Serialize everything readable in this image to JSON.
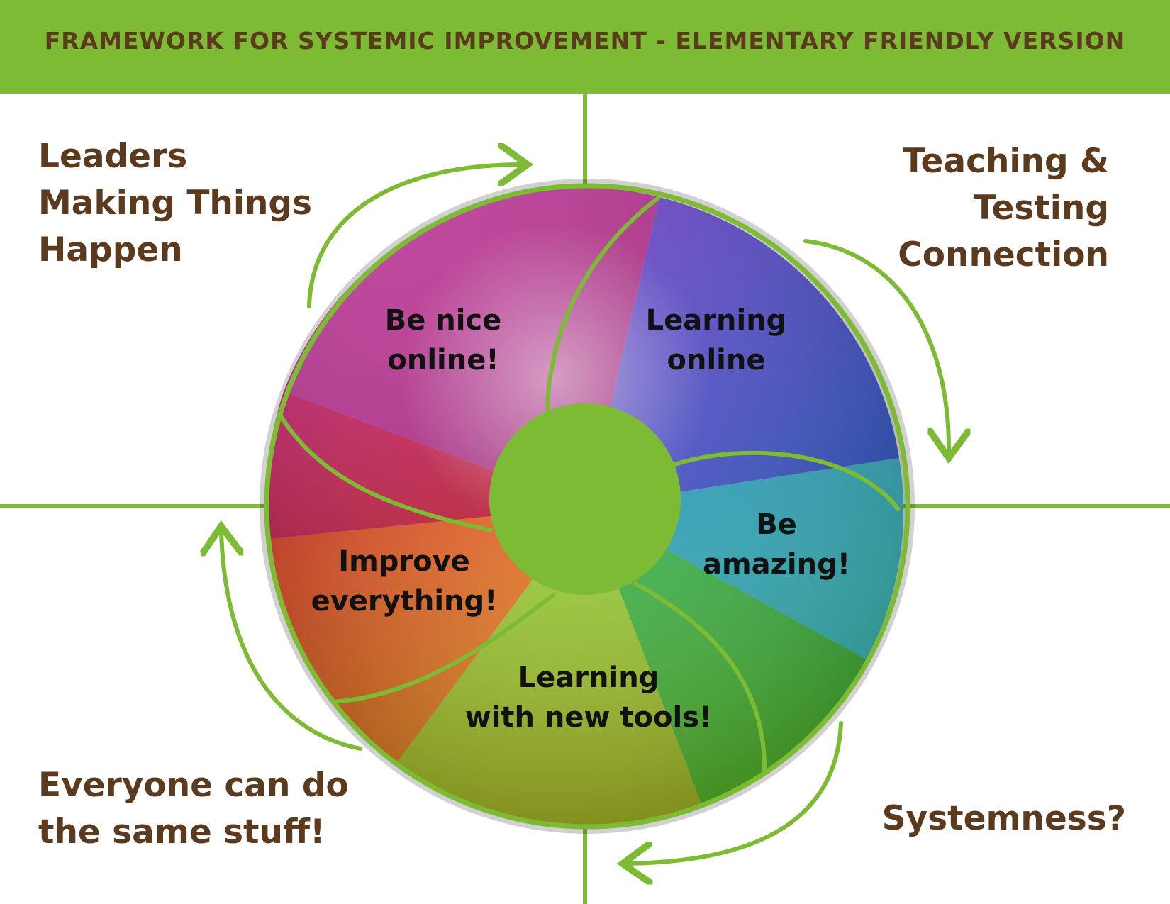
{
  "header": {
    "title": "FRAMEWORK FOR SYSTEMIC IMPROVEMENT - ELEMENTARY FRIENDLY VERSION"
  },
  "quadrants": {
    "top_left": [
      "Leaders",
      "Making Things",
      "Happen"
    ],
    "top_right": [
      "Teaching &",
      "Testing",
      "Connection"
    ],
    "bottom_left": [
      "Everyone can do",
      "the same stuff!"
    ],
    "bottom_right": [
      "Systemness?"
    ]
  },
  "segments": {
    "be_nice": [
      "Be nice",
      "online!"
    ],
    "learning_online": [
      "Learning",
      "online"
    ],
    "be_amazing": [
      "Be",
      "amazing!"
    ],
    "learning_tools": [
      "Learning",
      "with new tools!"
    ],
    "improve": [
      "Improve",
      "everything!"
    ]
  },
  "colors": {
    "accent_green": "#7dbb35",
    "title_brown": "#5b3a1e",
    "segment_text": "#111111",
    "wheel_magenta": "#b0247a",
    "wheel_blue": "#3a2a9a",
    "wheel_teal": "#2aa6a0",
    "wheel_green": "#38a93a",
    "wheel_red": "#b51a2a",
    "wheel_orange": "#e08a1a"
  }
}
